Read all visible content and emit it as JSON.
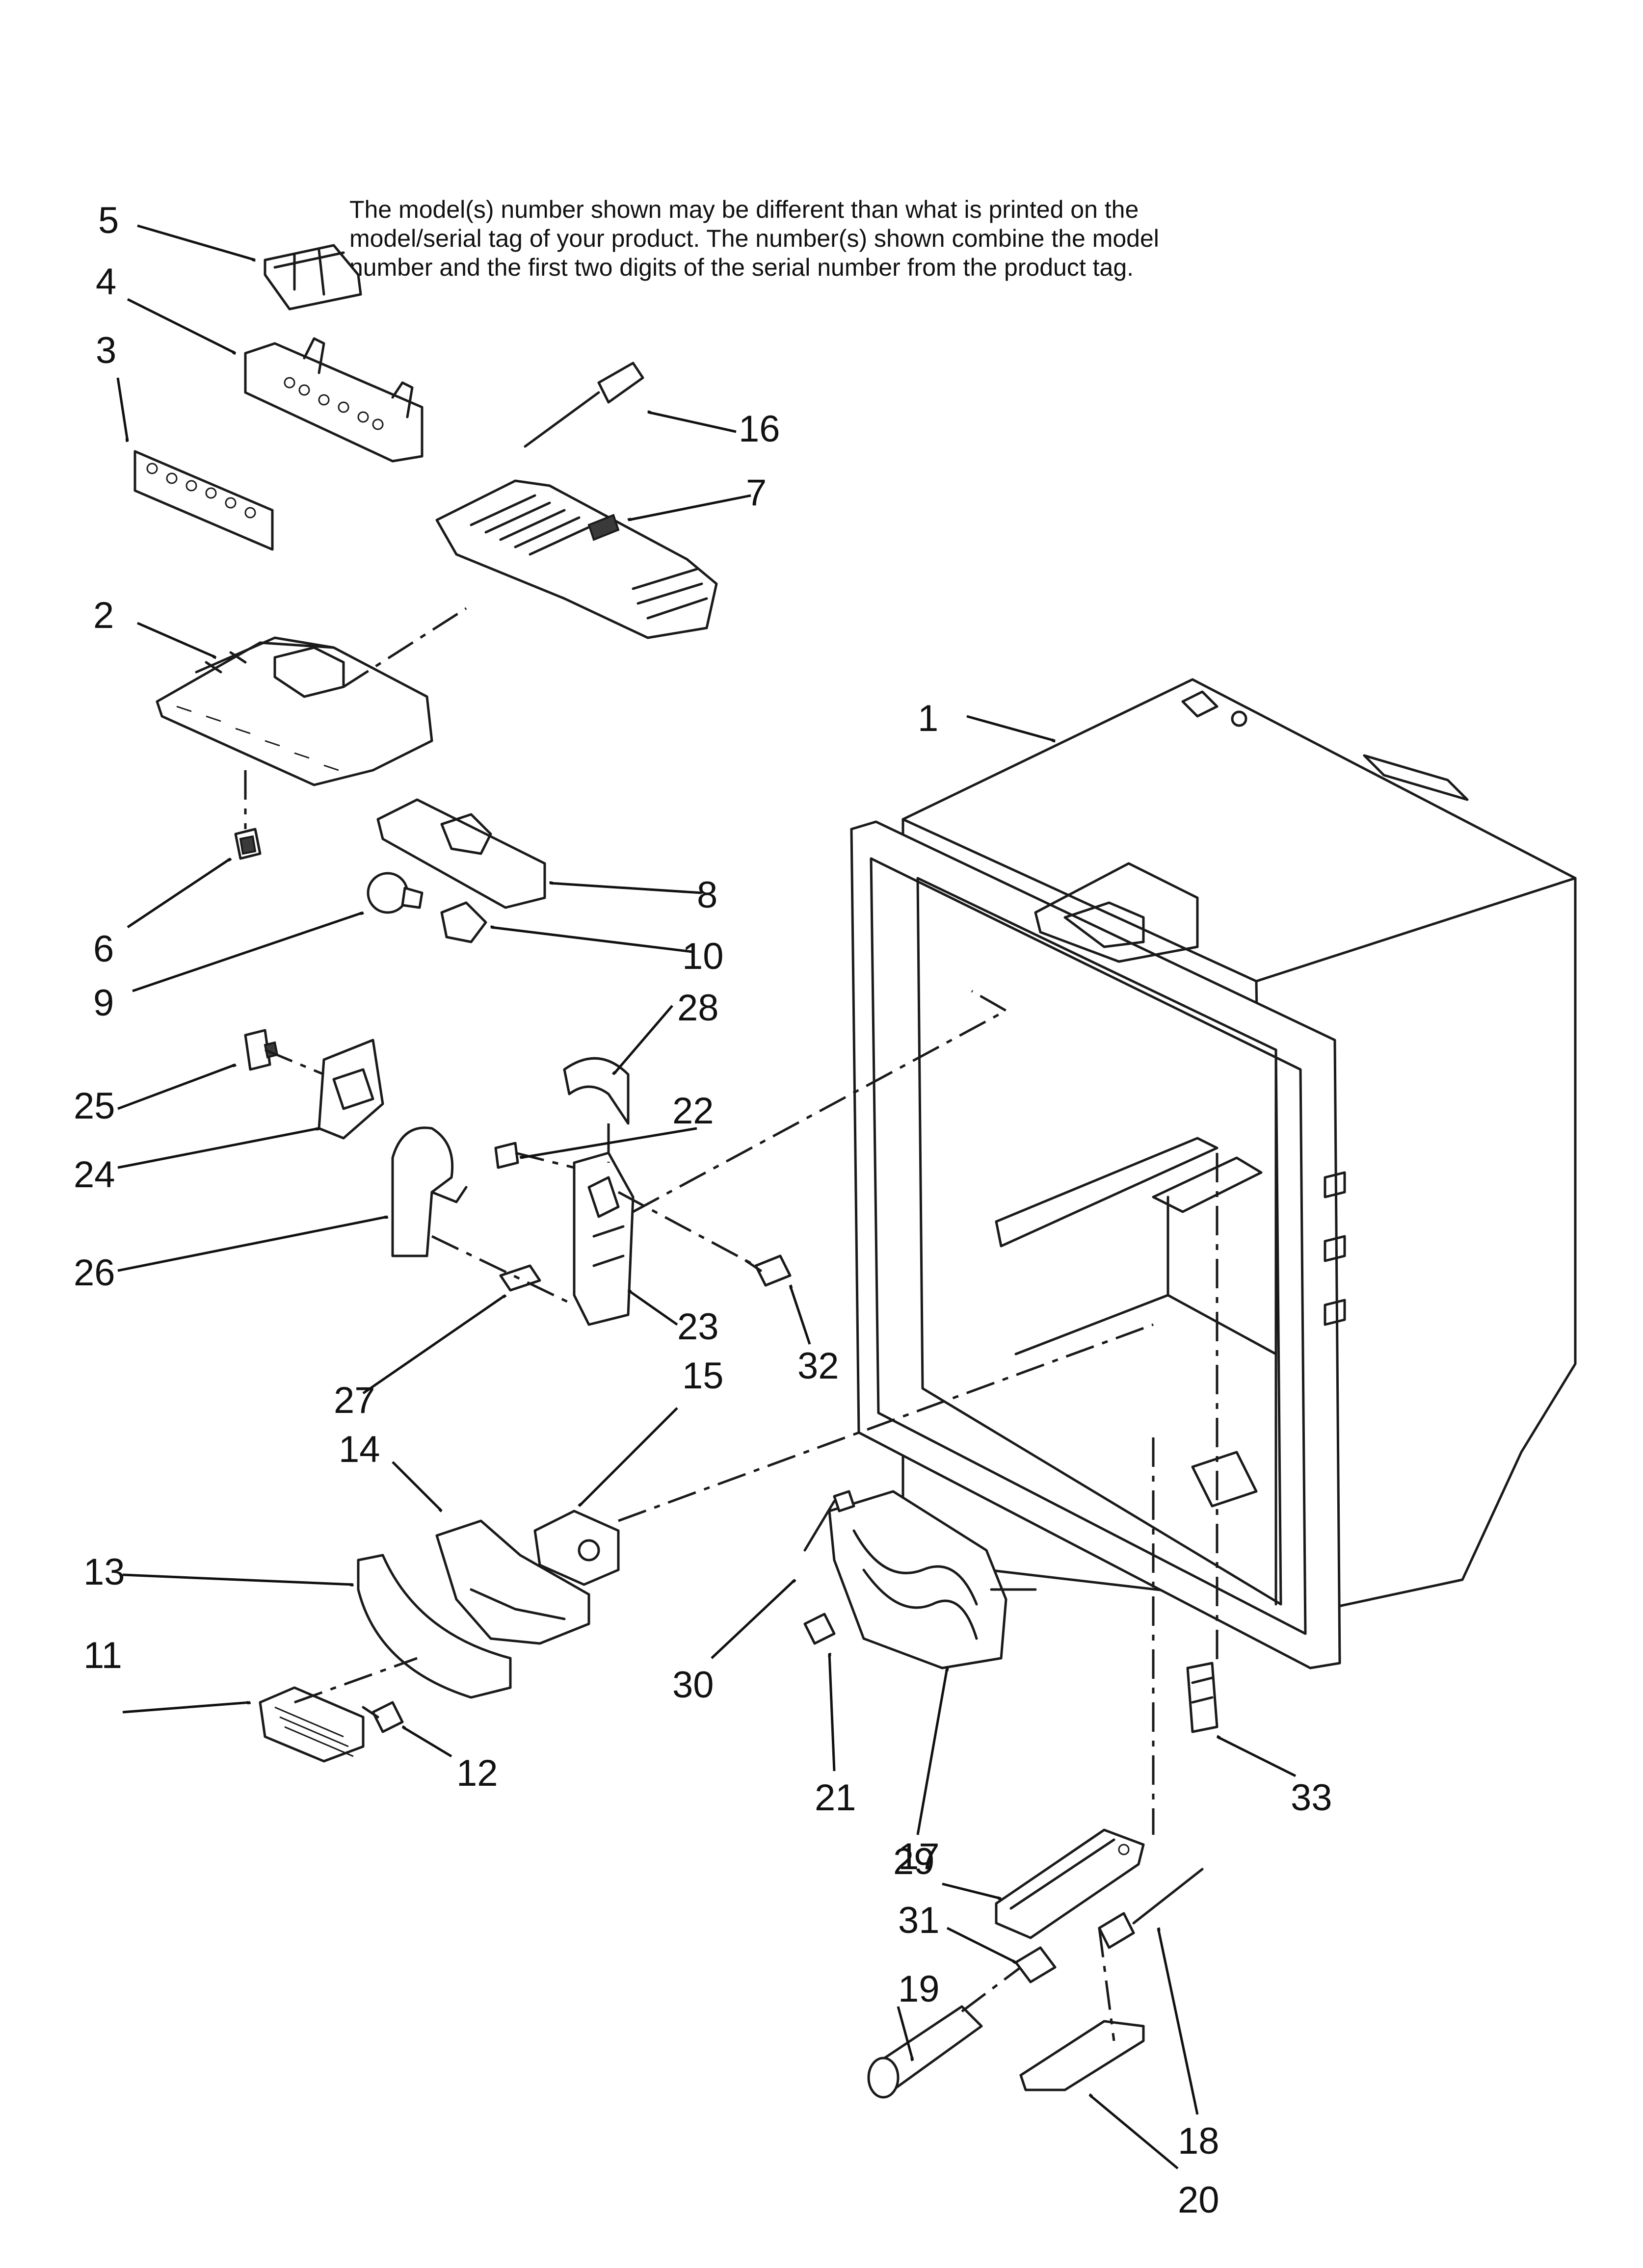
{
  "notice": {
    "lines": [
      "The model(s) number shown may be different than what is printed on the",
      "model/serial tag of your product. The number(s) shown combine the model",
      "number and the first two digits of the serial number from the product tag."
    ]
  },
  "callouts": {
    "c1": "1",
    "c2": "2",
    "c3": "3",
    "c4": "4",
    "c5": "5",
    "c6": "6",
    "c7": "7",
    "c8": "8",
    "c9": "9",
    "c10": "10",
    "c11": "11",
    "c12": "12",
    "c13": "13",
    "c14": "14",
    "c15": "15",
    "c16": "16",
    "c17": "17",
    "c18": "18",
    "c19": "19",
    "c20": "20",
    "c21": "21",
    "c22": "22",
    "c23": "23",
    "c24": "24",
    "c25": "25",
    "c26": "26",
    "c27": "27",
    "c28": "28",
    "c29": "29",
    "c30": "30",
    "c31": "31",
    "c32": "32",
    "c33": "33"
  }
}
